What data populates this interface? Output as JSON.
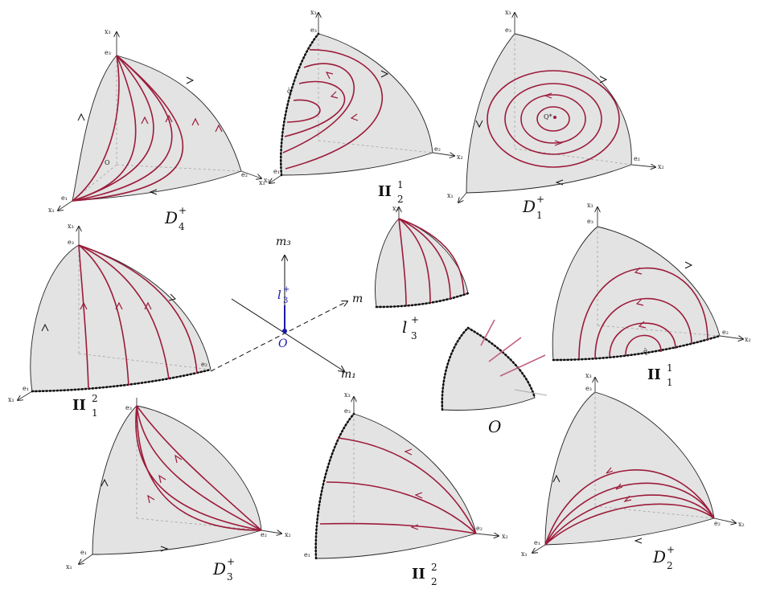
{
  "panels": {
    "d4": {
      "label": "D",
      "sup": "+",
      "sub": "4"
    },
    "ii12_top": {
      "label": "II",
      "sup": "1",
      "sub": "2"
    },
    "d1": {
      "label": "D",
      "sup": "+",
      "sub": "1"
    },
    "ii21": {
      "label": "II",
      "sup": "2",
      "sub": "1"
    },
    "l3": {
      "label": "l",
      "sup": "+",
      "sub": "3"
    },
    "ii11": {
      "label": "II",
      "sup": "1",
      "sub": "1"
    },
    "o": {
      "label": "O"
    },
    "d3": {
      "label": "D",
      "sup": "+",
      "sub": "3"
    },
    "ii22": {
      "label": "II",
      "sup": "2",
      "sub": "2"
    },
    "d2": {
      "label": "D",
      "sup": "+",
      "sub": "2"
    }
  },
  "axes_labels": {
    "x1": "x₁",
    "x2": "x₂",
    "x3": "x₃",
    "e1": "e₁",
    "e2": "e₂",
    "e3": "e₃",
    "o": "O"
  },
  "points": {
    "qstar": "Q*",
    "qbar": "q̄"
  },
  "param_diagram": {
    "m3": "m₃",
    "m1": "m₁",
    "m": "m",
    "origin": "O",
    "l3": "l",
    "l3_sup": "+",
    "l3_sub": "3"
  },
  "colors": {
    "orbit": "#9b1b3a",
    "sphere": "#e3e3e3",
    "param_blue": "#1a1aa8"
  }
}
